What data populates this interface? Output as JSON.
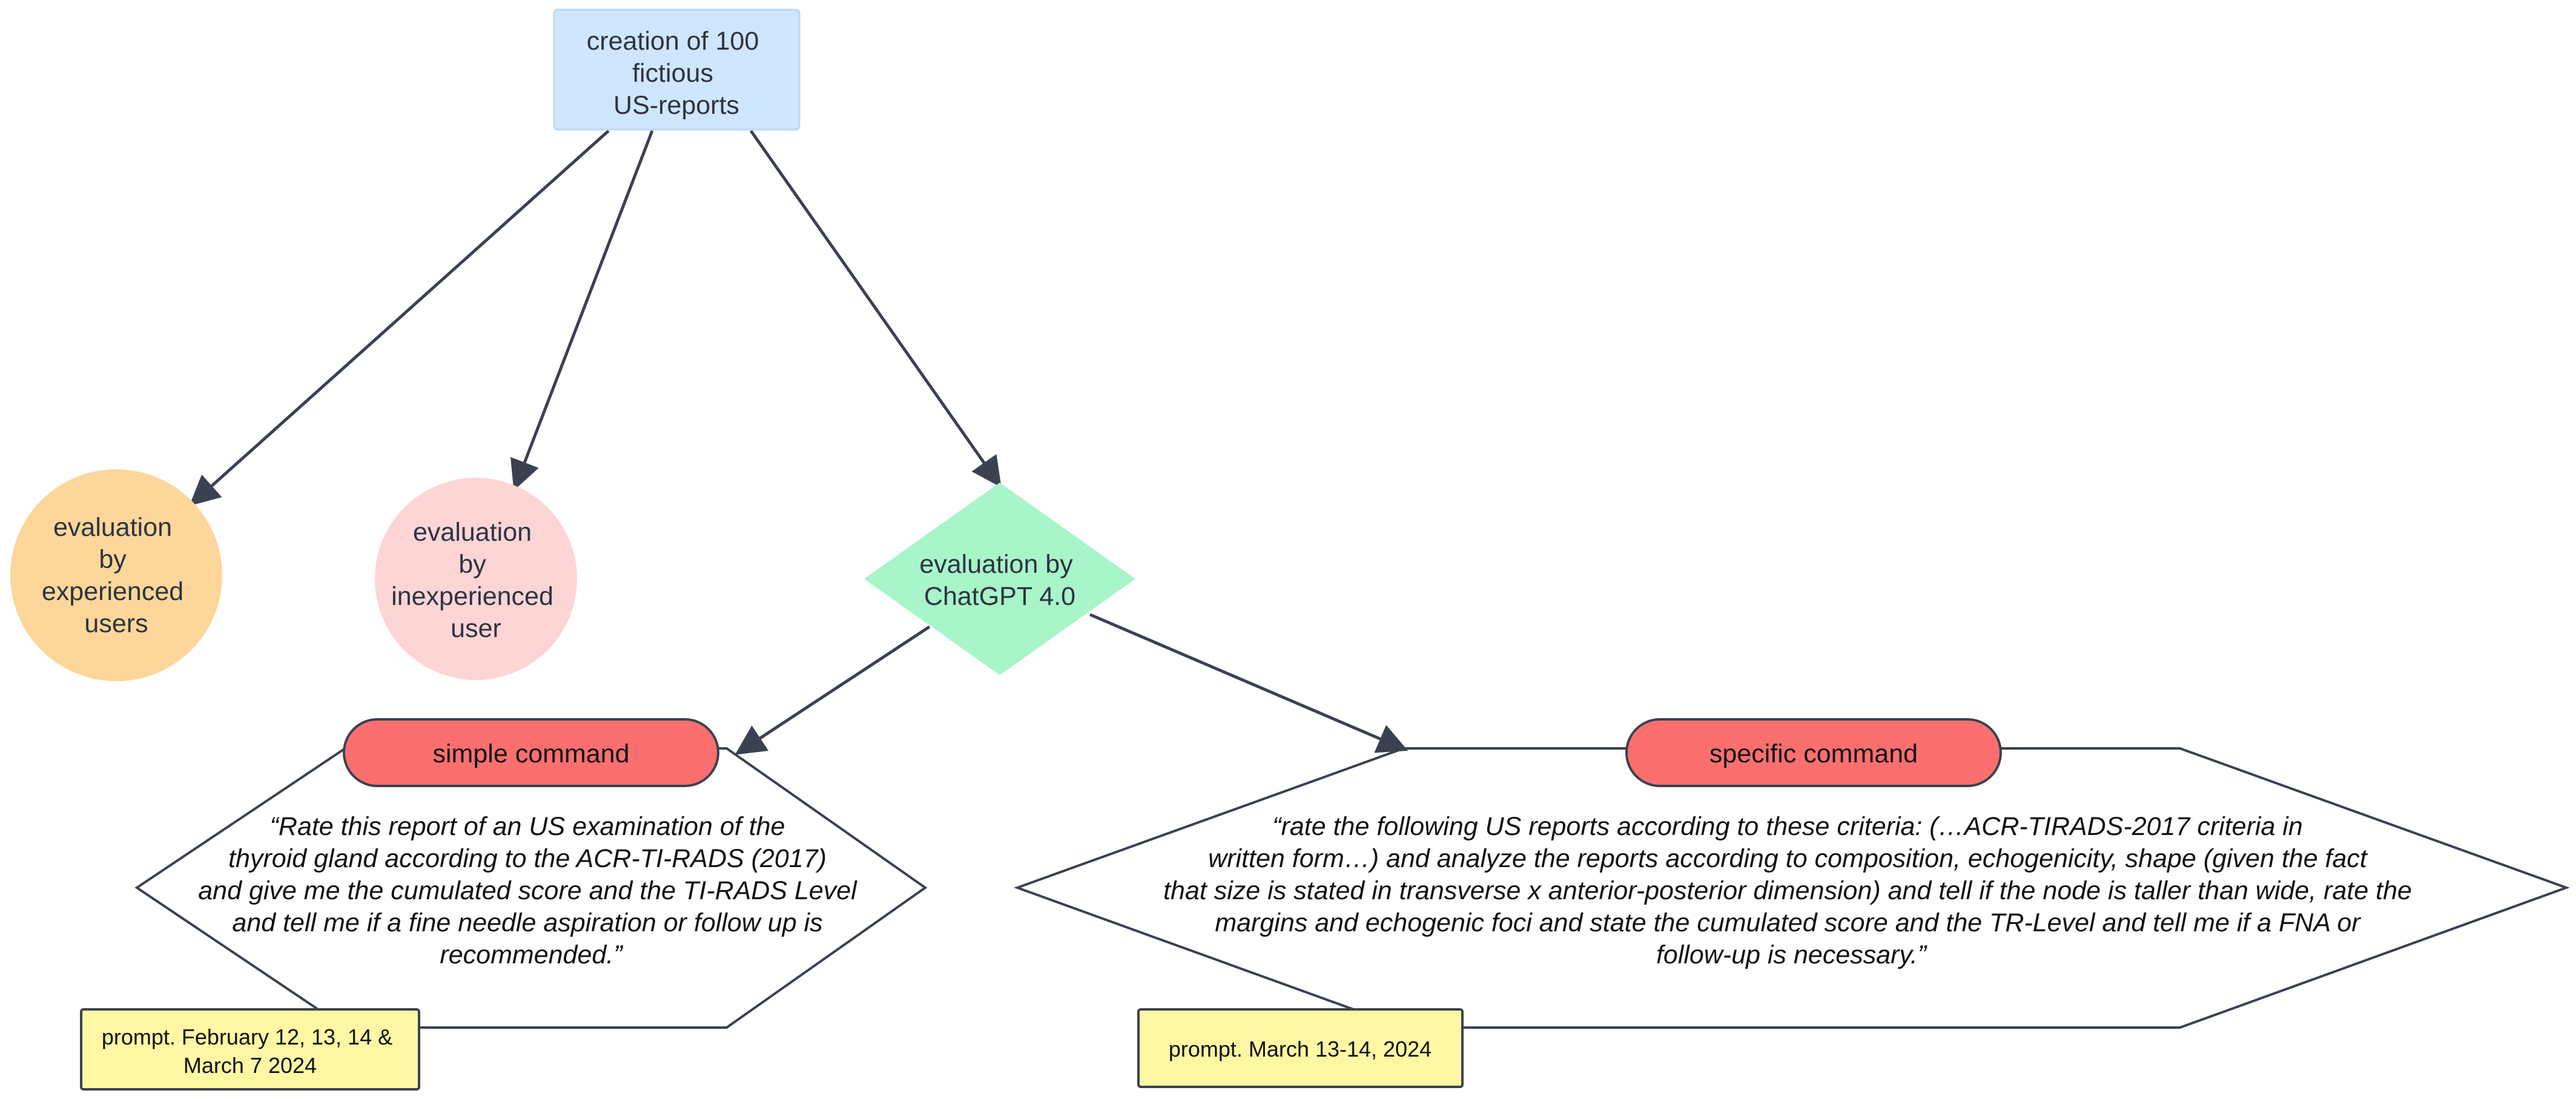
{
  "colors": {
    "start": "#cfe6ff",
    "experienced": "#fdd69a",
    "inexperienced": "#fdd5d5",
    "chatgpt": "#a7f5c9",
    "command": "#fb6f6f",
    "note": "#fff7a4",
    "edge": "#3b4150"
  },
  "nodes": {
    "start": {
      "lines": [
        "creation of 100",
        "fictious",
        "US-reports"
      ]
    },
    "experienced": {
      "lines": [
        "evaluation",
        "by",
        "experienced",
        "users"
      ]
    },
    "inexperienced": {
      "lines": [
        "evaluation",
        "by",
        "inexperienced",
        "user"
      ]
    },
    "chatgpt": {
      "lines": [
        "evaluation by",
        "ChatGPT 4.0"
      ]
    }
  },
  "simple": {
    "label": "simple command",
    "quote_lines": [
      "“Rate this report of an US examination of the",
      "thyroid gland according to the ACR-TI-RADS (2017)",
      "and give me the cumulated score and the TI-RADS Level",
      "and tell me if a fine needle aspiration or follow up is",
      "recommended.”"
    ],
    "note_lines": [
      "prompt. February 12, 13, 14 &",
      "March 7 2024"
    ]
  },
  "specific": {
    "label": "specific command",
    "quote_lines": [
      "“rate the following US reports according to these criteria: (…ACR-TIRADS-2017 criteria in",
      "written form…) and analyze the reports according to composition, echogenicity, shape (given the fact",
      "that size is stated in transverse x anterior-posterior dimension) and tell if the node is taller than wide, rate the",
      "margins and echogenic foci and state the cumulated score and the TR-Level and tell me if a FNA or",
      "follow-up is necessary.”"
    ],
    "note_lines": [
      "prompt. March 13-14, 2024"
    ]
  }
}
